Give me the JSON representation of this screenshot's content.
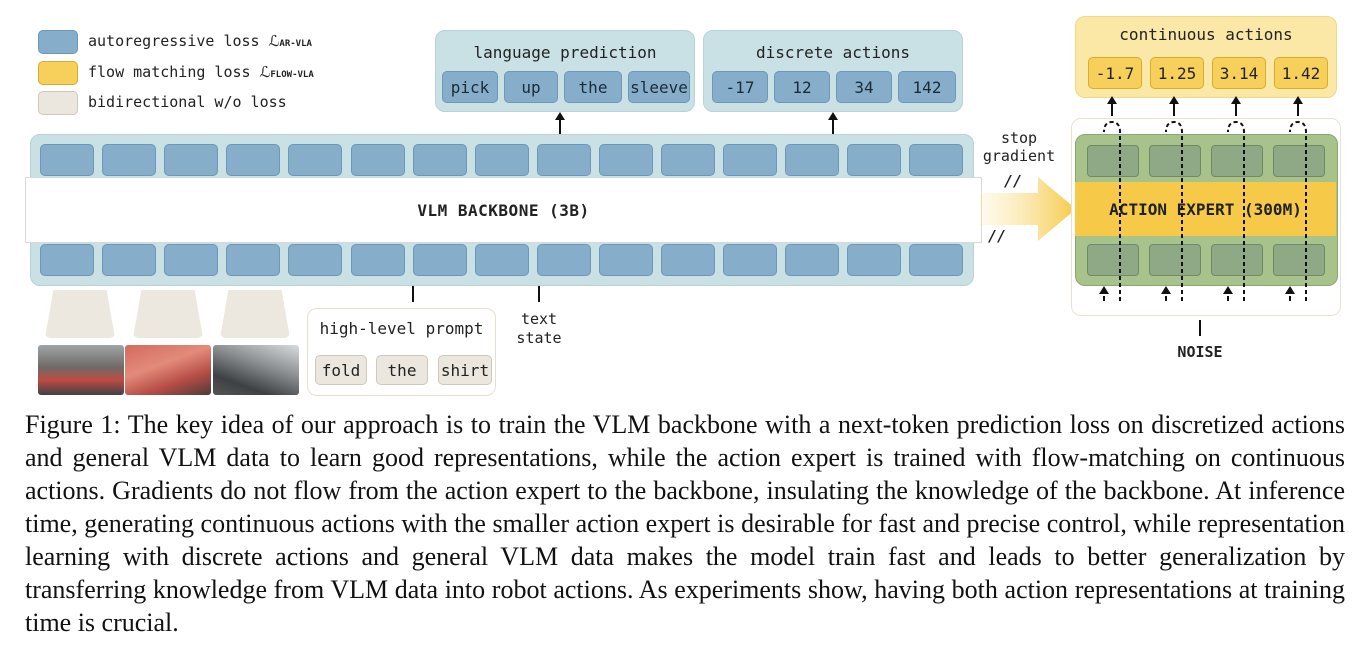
{
  "legend": [
    {
      "label": "autoregressive loss ℒ",
      "sub": "AR-VLA",
      "color": "#86aecb"
    },
    {
      "label": "flow matching loss ℒ",
      "sub": "FLOW-VLA",
      "color": "#f6d05a"
    },
    {
      "label": "bidirectional w/o loss",
      "sub": "",
      "color": "#ebe7de"
    }
  ],
  "language_prediction": {
    "title": "language prediction",
    "tokens": [
      "pick",
      "up",
      "the",
      "sleeve"
    ]
  },
  "discrete_actions": {
    "title": "discrete actions",
    "tokens": [
      "-17",
      "12",
      "34",
      "142"
    ]
  },
  "continuous_actions": {
    "title": "continuous actions",
    "tokens": [
      "-1.7",
      "1.25",
      "3.14",
      "1.42"
    ]
  },
  "backbone": {
    "label": "VLM BACKBONE (3B)"
  },
  "stop_gradient": {
    "line1": "stop",
    "line2": "gradient",
    "mark": "//"
  },
  "action_expert": {
    "label": "ACTION EXPERT (300M)"
  },
  "noise": {
    "label": "NOISE"
  },
  "high_level_prompt": {
    "title": "high-level prompt",
    "tokens": [
      "fold",
      "the",
      "shirt"
    ]
  },
  "text_state": {
    "line1": "text",
    "line2": "state"
  },
  "caption": {
    "figure_label": "Figure 1:",
    "text": "The key idea of our approach is to train the VLM backbone with a next-token prediction loss on discretized actions and general VLM data to learn good representations, while the action expert is trained with flow-matching on continuous actions. Gradients do not flow from the action expert to the backbone, insulating the knowledge of the backbone. At inference time, generating continuous actions with the smaller action expert is desirable for fast and precise control, while representation learning with discrete actions and general VLM data makes the model train fast and leads to better generalization by transferring knowledge from VLM data into robot actions. As experiments show, having both action representations at training time is crucial."
  },
  "colors": {
    "blue_token": "#86aecb",
    "panel_bg": "#c9e0e4",
    "yellow": "#f6d05a",
    "green": "#a8c28c",
    "beige": "#ebe7de"
  }
}
